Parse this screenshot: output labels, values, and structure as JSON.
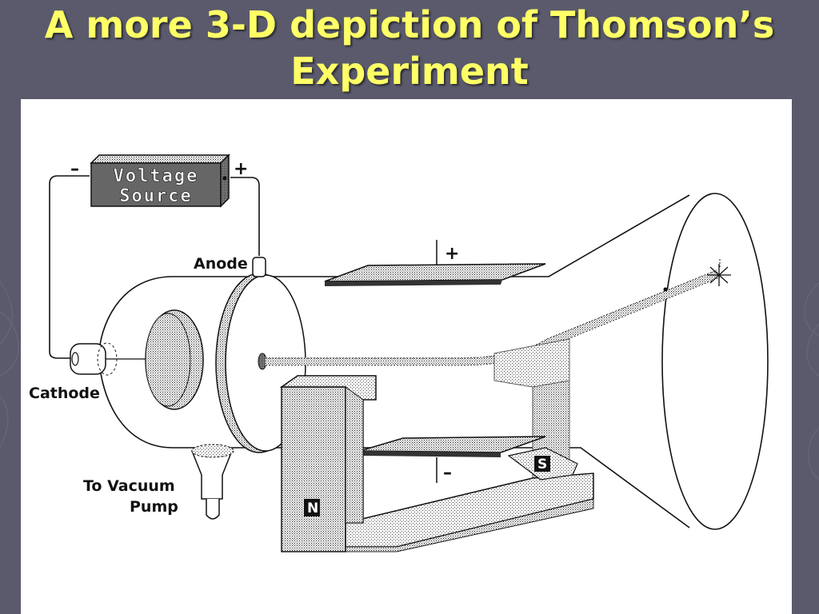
{
  "title": {
    "line1": "A more 3-D depiction of Thomson’s",
    "line2": "Experiment"
  },
  "diagram": {
    "voltage_source": {
      "line1": "Voltage",
      "line2": "Source",
      "negative": "–",
      "positive": "+"
    },
    "labels": {
      "anode": "Anode",
      "cathode": "Cathode",
      "vacuum_line1": "To Vacuum",
      "vacuum_line2": "Pump",
      "plate_top_sign": "+",
      "plate_bottom_sign": "–",
      "north": "N",
      "south": "S"
    }
  },
  "colors": {
    "background": "#5a5a6c",
    "title": "#ffff66",
    "panel": "#ffffff"
  }
}
